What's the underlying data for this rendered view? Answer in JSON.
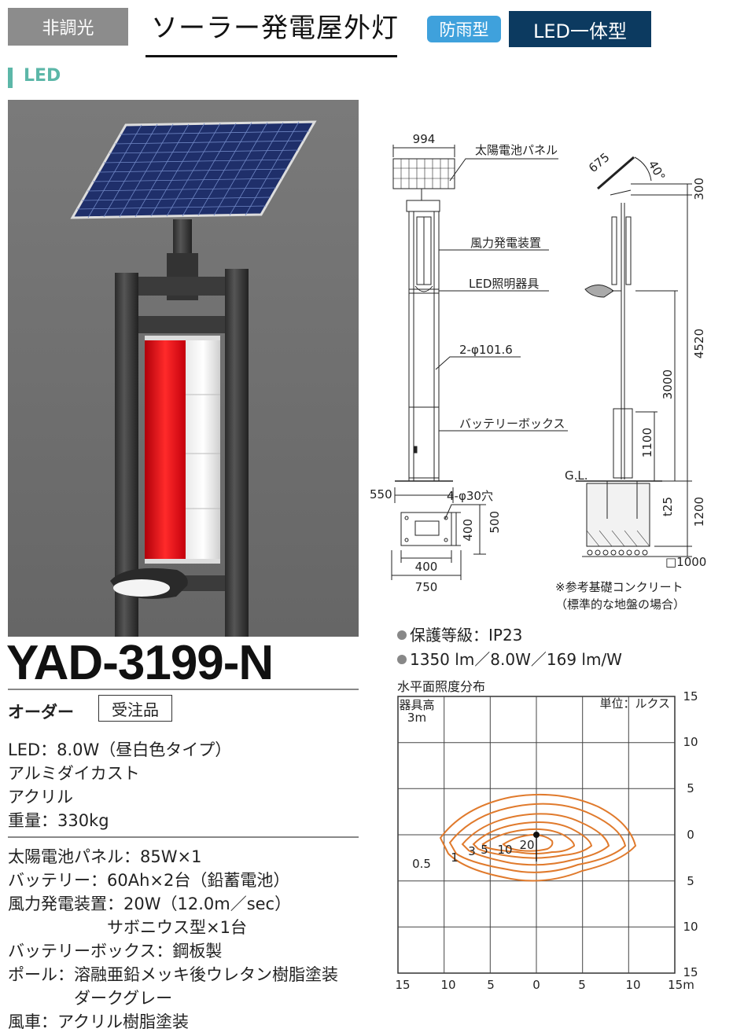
{
  "header": {
    "tag": "非調光",
    "title": "ソーラー発電屋外灯",
    "badge_rain": "防雨型",
    "badge_led": "LED一体型"
  },
  "section_label": "LED",
  "model": "YAD-3199-N",
  "order": {
    "label": "オーダー",
    "box": "受注品"
  },
  "specs_main": [
    "LED：8.0W（昼白色タイプ）",
    "アルミダイカスト",
    "アクリル",
    "重量：330kg"
  ],
  "specs_detail": [
    "太陽電池パネル：85W×1",
    "バッテリー：60Ah×2台（鉛蓄電池）",
    "風力発電装置：20W（12.0m／sec）",
    "　　　　　　サボニウス型×1台",
    "バッテリーボックス：鋼板製",
    "ポール：溶融亜鉛メッキ後ウレタン樹脂塗装",
    "　　　　ダークグレー",
    "風車：アクリル樹脂塗装"
  ],
  "drawing": {
    "dims": {
      "top_width": "994",
      "panel_size": "675",
      "angle": "40°",
      "h300": "300",
      "h4520": "4520",
      "h3000": "3000",
      "h1100": "1100",
      "h1200": "1200",
      "t25": "t25",
      "base_w": "550",
      "holes": "4-φ30穴",
      "h400": "400",
      "h500": "500",
      "w400": "400",
      "w750": "750",
      "foundation": "□1000",
      "pole": "2-φ101.6",
      "gl": "G.L."
    },
    "labels": {
      "panel": "太陽電池パネル",
      "wind": "風力発電装置",
      "led": "LED照明器具",
      "battery": "バッテリーボックス"
    },
    "note1": "※参考基礎コンクリート",
    "note2": "（標準的な地盤の場合）"
  },
  "bullets": [
    "保護等級：IP23",
    "1350 lm／8.0W／169 lm/W"
  ],
  "illuminance": {
    "title": "水平面照度分布",
    "fixture_label_1": "器具高",
    "fixture_label_2": "3m",
    "unit": "単位：ルクス",
    "x_ticks": [
      "15",
      "10",
      "5",
      "0",
      "5",
      "10",
      "15m"
    ],
    "y_ticks": [
      "15",
      "10",
      "5",
      "0",
      "5",
      "10",
      "15"
    ],
    "contour_labels": [
      "0.5",
      "1",
      "3",
      "5",
      "10",
      "20"
    ],
    "contour_color": "#e07a2c"
  }
}
